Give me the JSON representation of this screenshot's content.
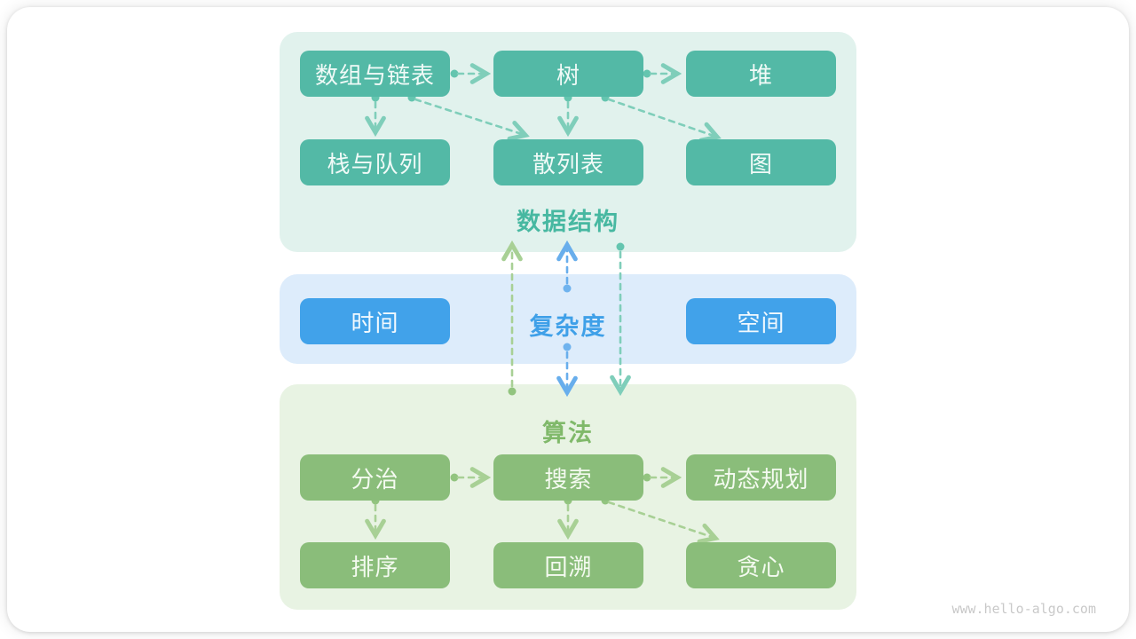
{
  "watermark": "www.hello-algo.com",
  "palette": {
    "teal_box": "#53b9a6",
    "teal_panel_bg": "#e1f2ed",
    "teal_label": "#47b8a1",
    "teal_arrow": "#7fceba",
    "blue_box": "#41a2ea",
    "blue_panel_bg": "#ddecfb",
    "blue_label": "#3fa0e8",
    "blue_arrow": "#68aeec",
    "green_box": "#8abd7a",
    "green_panel_bg": "#e8f3e3",
    "green_label": "#80b96a",
    "green_arrow": "#a8d095"
  },
  "data_structures": {
    "label": "数据结构",
    "row1": [
      "数组与链表",
      "树",
      "堆"
    ],
    "row2": [
      "栈与队列",
      "散列表",
      "图"
    ]
  },
  "complexity": {
    "label": "复杂度",
    "left_box": "时间",
    "right_box": "空间"
  },
  "algorithms": {
    "label": "算法",
    "row1": [
      "分治",
      "搜索",
      "动态规划"
    ],
    "row2": [
      "排序",
      "回溯",
      "贪心"
    ]
  },
  "edges": {
    "data_structures": [
      {
        "from": "数组与链表",
        "to": "树"
      },
      {
        "from": "树",
        "to": "堆"
      },
      {
        "from": "数组与链表",
        "to": "栈与队列"
      },
      {
        "from": "数组与链表",
        "to": "散列表"
      },
      {
        "from": "树",
        "to": "散列表"
      },
      {
        "from": "树",
        "to": "图"
      }
    ],
    "algorithms": [
      {
        "from": "分治",
        "to": "搜索"
      },
      {
        "from": "搜索",
        "to": "动态规划"
      },
      {
        "from": "分治",
        "to": "排序"
      },
      {
        "from": "搜索",
        "to": "回溯"
      },
      {
        "from": "搜索",
        "to": "贪心"
      }
    ],
    "cross_section": [
      {
        "from": "算法",
        "to": "数据结构",
        "color": "green"
      },
      {
        "from": "复杂度",
        "to": "数据结构",
        "color": "blue"
      },
      {
        "from": "复杂度",
        "to": "算法",
        "color": "blue"
      },
      {
        "from": "数据结构",
        "to": "算法",
        "color": "teal"
      }
    ]
  }
}
